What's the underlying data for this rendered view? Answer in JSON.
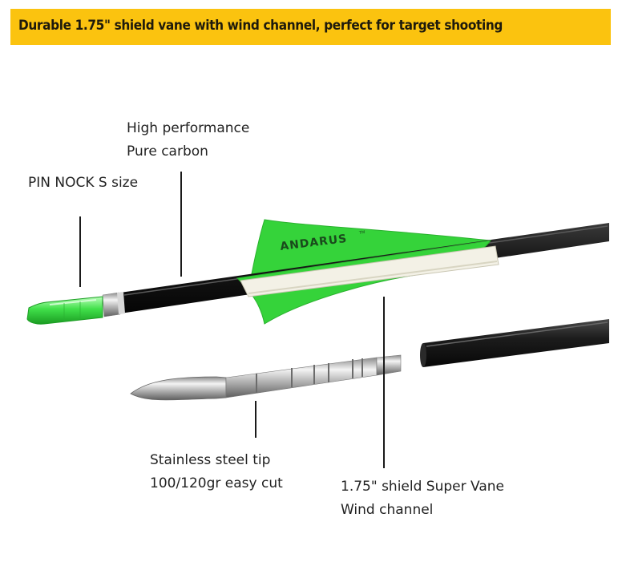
{
  "banner": {
    "text": "Durable 1.75\" shield vane with wind channel, perfect for target shooting"
  },
  "vane": {
    "brand": "ANDARUS",
    "tm": "TM",
    "color": "#35d33a"
  },
  "nock": {
    "color": "#3fe24a"
  },
  "shaft": {
    "color": "#151515"
  },
  "labels": {
    "shaft": [
      "High performance",
      "Pure carbon"
    ],
    "nock": [
      "PIN NOCK S size"
    ],
    "tip": [
      "Stainless steel tip",
      "100/120gr easy cut"
    ],
    "vane": [
      "1.75\" shield Super Vane",
      "Wind channel"
    ]
  }
}
